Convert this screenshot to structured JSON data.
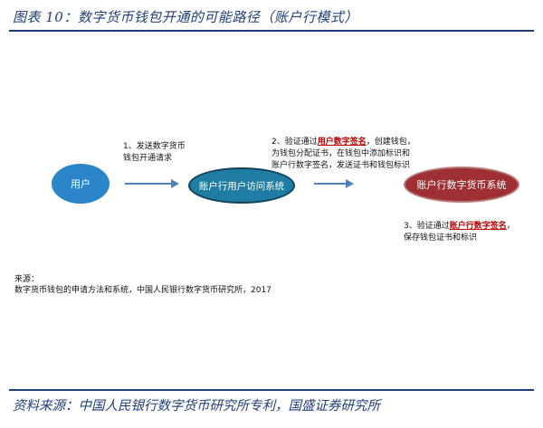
{
  "figure": {
    "title": "图表 10：数字货币钱包开通的可能路径（账户行模式）"
  },
  "nodes": {
    "user": "用户",
    "access_system": "账户行用户访问系统",
    "digital_currency_system": "账户行数字货币系统"
  },
  "notes": {
    "step1": {
      "line1": "1、发送数字货币",
      "line2": "钱包开通请求"
    },
    "step2": {
      "line1_pre": "2、验证通过",
      "line1_hl": "用户数字签名",
      "line1_post": "，创建钱包，",
      "line2": "为钱包分配证书，在钱包中添加标识和",
      "line3": "账户行数字签名，发送证书和钱包标识"
    },
    "step3": {
      "line1_pre": "3、验证通过",
      "line1_hl": "账户行数字签名",
      "line1_post": "，",
      "line2": "保存钱包证书和标识"
    }
  },
  "source_note": {
    "label": "来源：",
    "text": "数字货币钱包的申请方法和系统，中国人民银行数字货币研究所，2017"
  },
  "footer": {
    "source": "资料来源：中国人民银行数字货币研究所专利，国盛证券研究所"
  }
}
